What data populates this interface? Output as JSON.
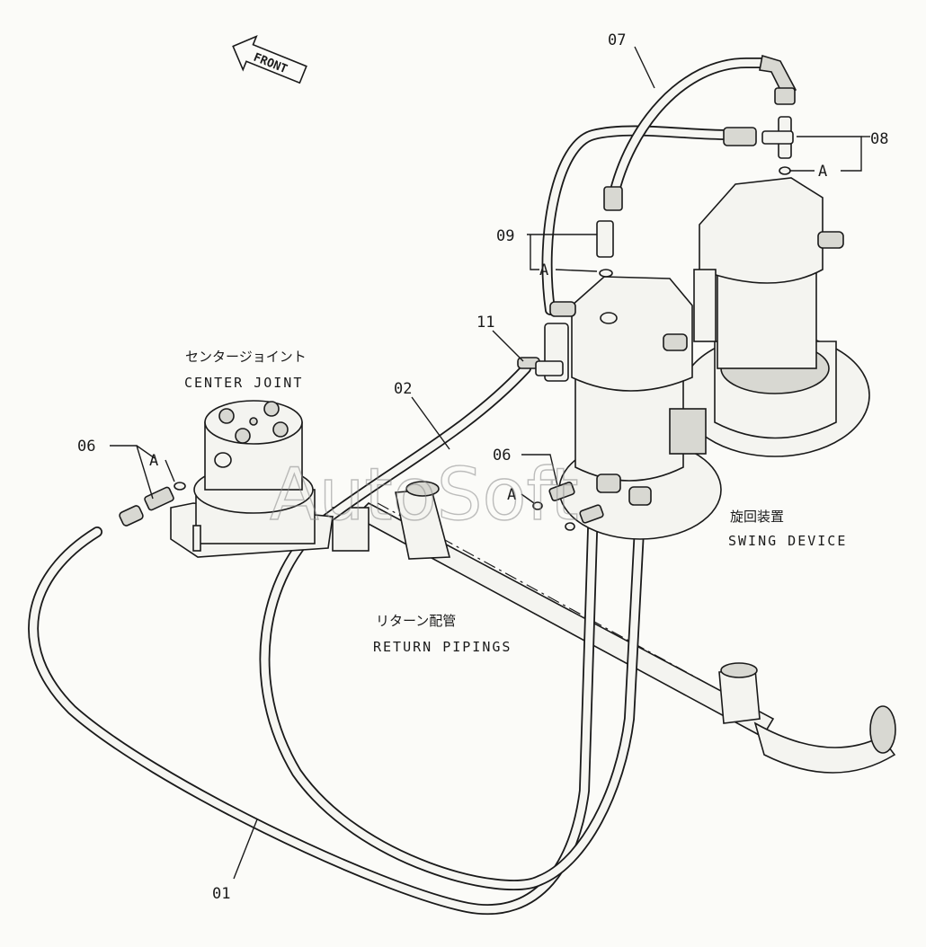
{
  "watermark": "AutoSoft",
  "direction_arrow": {
    "label": "FRONT"
  },
  "callouts": {
    "c01": "01",
    "c02": "02",
    "c06a": "06",
    "c06b": "06",
    "c07": "07",
    "c08": "08",
    "c09": "09",
    "c11": "11",
    "detail_a1": "A",
    "detail_a2": "A",
    "detail_a3": "A",
    "detail_a4": "A"
  },
  "assemblies": {
    "center_joint": {
      "jp": "センタージョイント",
      "en": "CENTER JOINT"
    },
    "swing_device": {
      "jp": "旋回装置",
      "en": "SWING DEVICE"
    },
    "return_pipings": {
      "jp": "リターン配管",
      "en": "RETURN PIPINGS"
    }
  }
}
